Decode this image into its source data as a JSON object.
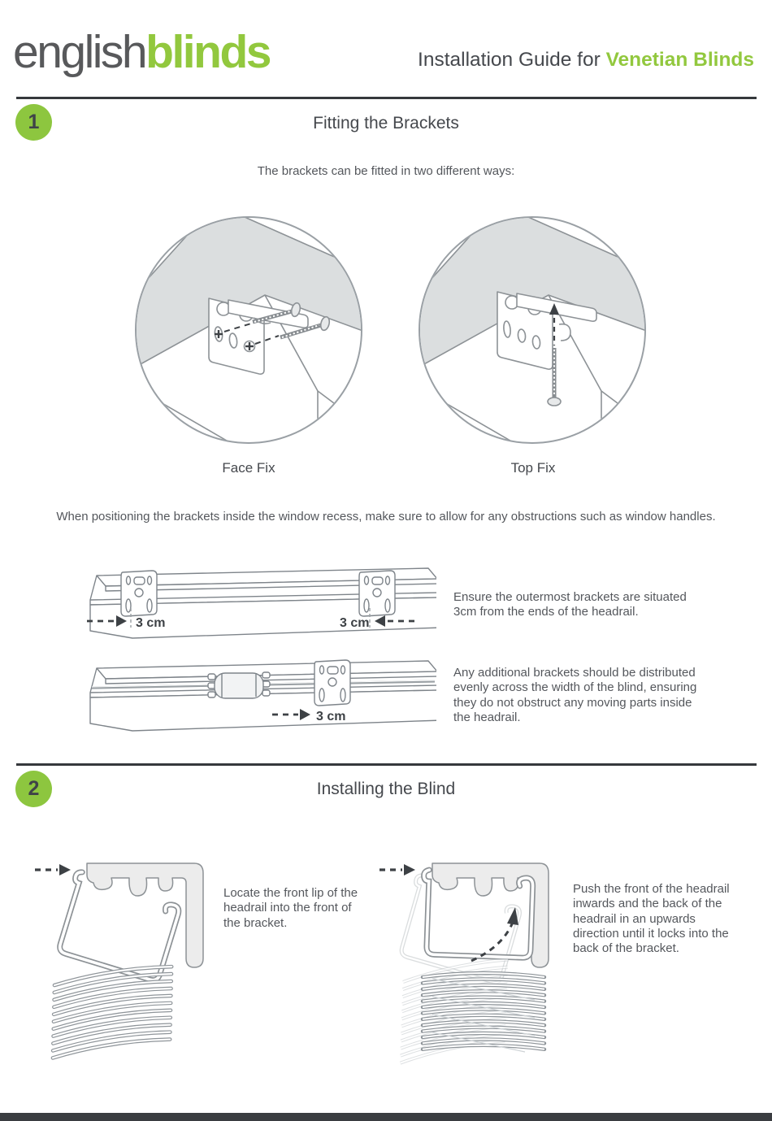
{
  "brand": {
    "logo_gray": "english",
    "logo_green": "blinds",
    "doc_title_prefix": "Installation Guide for ",
    "doc_title_highlight": "Venetian Blinds",
    "green": "#92c83e",
    "badge_green": "#8dc63f",
    "divider_color": "#35383c",
    "heading_color": "#45484d",
    "body_color": "#54575c",
    "line_art_color": "#8d9296",
    "arrow_color": "#3d4145",
    "glass_color": "#eef5fa",
    "recess_gray": "#dbdedf",
    "bracket_gray": "#ececec"
  },
  "section_fitting": {
    "step_number": "1",
    "title": "Fitting the Brackets",
    "intro": "The brackets can be fitted in two different ways:",
    "face_fix_label": "Face Fix",
    "top_fix_label": "Top Fix",
    "recess_note": "When positioning the brackets inside the window recess, make sure to allow for any obstructions such as window handles.",
    "measure_left": "3 cm",
    "measure_right": "3 cm",
    "measure_mid": "3 cm",
    "outer_note": "Ensure the outermost brackets are situated 3cm from the ends of the headrail.",
    "additional_note": "Any additional brackets should be distributed evenly across the width of the blind, ensuring they do not obstruct any moving parts inside the headrail."
  },
  "section_installing": {
    "step_number": "2",
    "title": "Installing the Blind",
    "locate_note": "Locate the front lip of the headrail into the front of the bracket.",
    "push_note": "Push the front of the headrail inwards and the back of the headrail in an upwards direction until it locks into the back of the bracket."
  }
}
